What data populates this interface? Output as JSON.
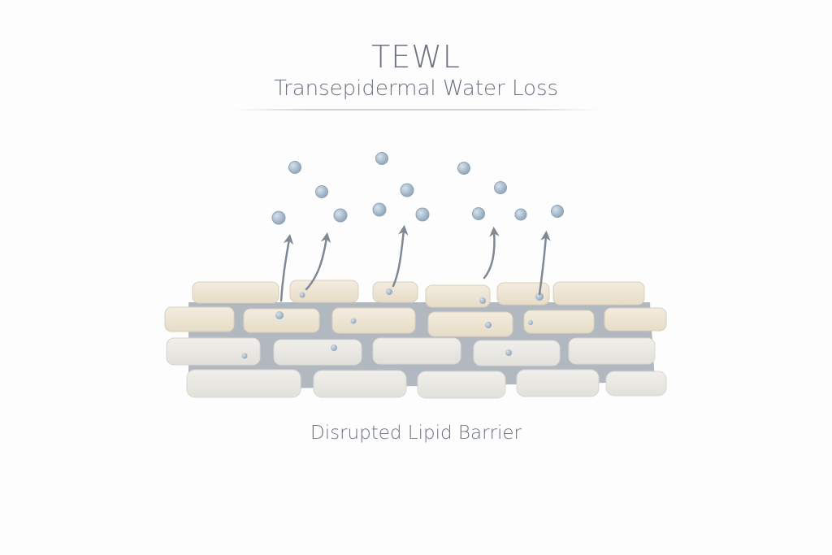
{
  "header": {
    "title": "TEWL",
    "subtitle": "Transepidermal Water Loss"
  },
  "diagram": {
    "caption": "Disrupted Lipid Barrier"
  },
  "colors": {
    "text": "#6b7380",
    "droplet": "#a9bccd",
    "droplet_stroke": "#8ea3b6",
    "arrow": "#7f8893",
    "lipid": "#a4abb5",
    "cell_upper": "#ece3d2",
    "cell_lower": "#e8e6e1"
  }
}
